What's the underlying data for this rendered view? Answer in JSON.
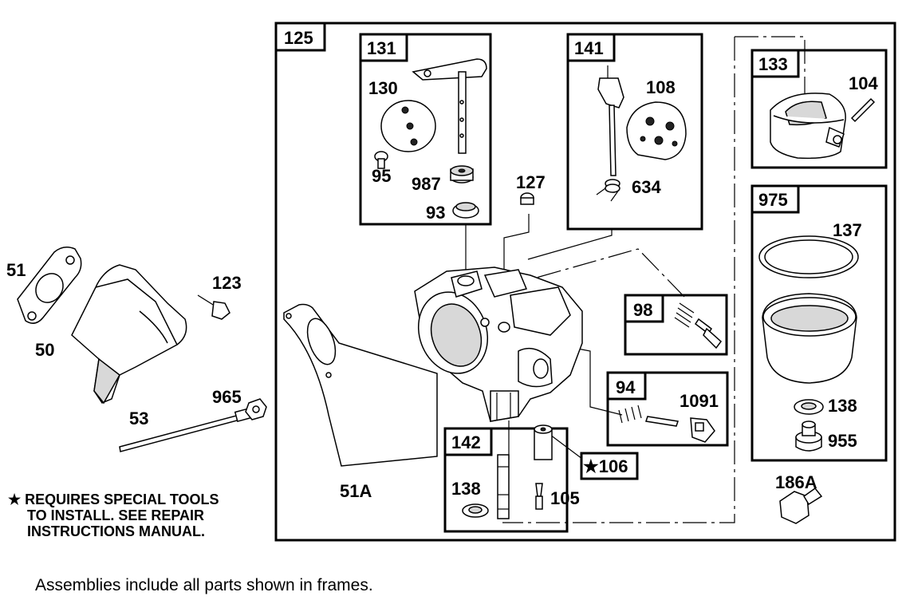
{
  "frames": [
    {
      "id": "f125",
      "label": "125"
    },
    {
      "id": "f131",
      "label": "131"
    },
    {
      "id": "f141",
      "label": "141"
    },
    {
      "id": "f133",
      "label": "133"
    },
    {
      "id": "f975",
      "label": "975"
    },
    {
      "id": "f98",
      "label": "98"
    },
    {
      "id": "f94",
      "label": "94"
    },
    {
      "id": "f142",
      "label": "142"
    },
    {
      "id": "f106",
      "label": "★106"
    }
  ],
  "parts": {
    "p51": "51",
    "p123": "123",
    "p50": "50",
    "p965": "965",
    "p53": "53",
    "p51a": "51A",
    "p130": "130",
    "p95": "95",
    "p987": "987",
    "p93": "93",
    "p127": "127",
    "p108": "108",
    "p634": "634",
    "p104": "104",
    "p137": "137",
    "p138a": "138",
    "p955": "955",
    "p186a": "186A",
    "p1091": "1091",
    "p138b": "138",
    "p105": "105"
  },
  "note": {
    "line1": "★ REQUIRES SPECIAL TOOLS",
    "line2": "TO INSTALL. SEE REPAIR",
    "line3": "INSTRUCTIONS MANUAL."
  },
  "caption": "Assemblies include all parts shown in frames."
}
